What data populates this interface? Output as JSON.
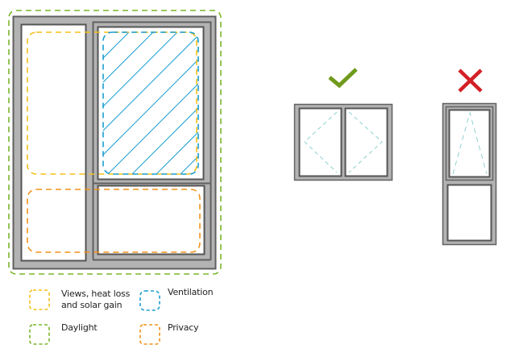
{
  "colors": {
    "frame_outer": "#6d6d6d",
    "frame_fill": "#b3b3b3",
    "frame_inner": "#555555",
    "views": "#f5c01a",
    "ventilation": "#1a9dd0",
    "daylight": "#7ab52b",
    "privacy": "#f2921c",
    "opening_lines": "#8fd0d0",
    "check": "#6f9a1c",
    "cross": "#d41f26"
  },
  "legend": [
    {
      "key": "views",
      "label_lines": [
        "Views, heat loss",
        "and solar gain"
      ]
    },
    {
      "key": "ventilation",
      "label_lines": [
        "Ventilation"
      ]
    },
    {
      "key": "daylight",
      "label_lines": [
        "Daylight"
      ]
    },
    {
      "key": "privacy",
      "label_lines": [
        "Privacy"
      ]
    }
  ],
  "examples": [
    {
      "name": "side-hung casement pair",
      "verdict": "good",
      "icon": "check-icon"
    },
    {
      "name": "top-hung upper pane",
      "verdict": "bad",
      "icon": "cross-icon"
    }
  ]
}
